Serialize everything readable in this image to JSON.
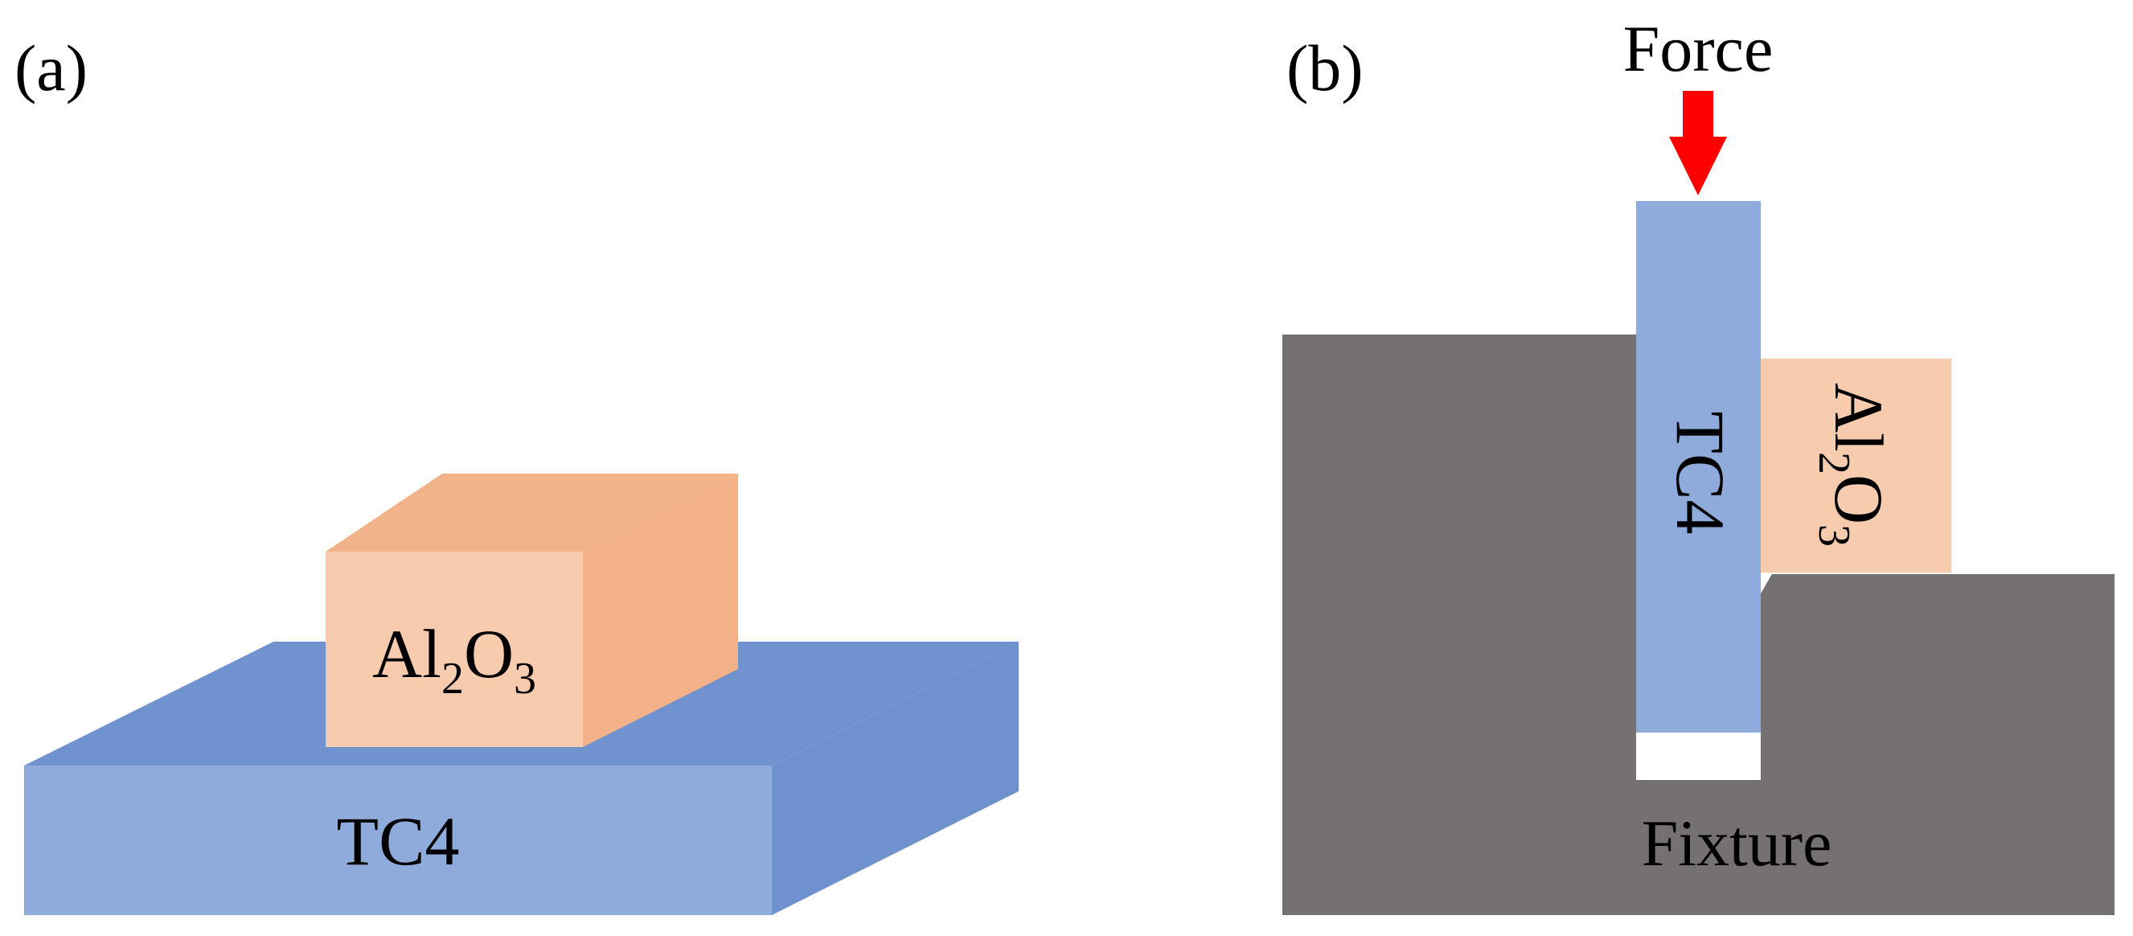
{
  "panel_a": {
    "label": "(a)",
    "base": {
      "label": "TC4"
    },
    "block": {
      "label_main": "Al",
      "label_sub1": "2",
      "label_mid": "O",
      "label_sub2": "3"
    }
  },
  "panel_b": {
    "label": "(b)",
    "force": {
      "label": "Force"
    },
    "specimen": {
      "label": "TC4"
    },
    "block": {
      "label_main": "Al",
      "label_sub1": "2",
      "label_mid": "O",
      "label_sub2": "3"
    },
    "fixture": {
      "label": "Fixture"
    }
  },
  "colors": {
    "tc4_front": "#8eabdc",
    "tc4_top": "#7093d0",
    "tc4_side": "#6f92cf",
    "al2o3_front": "#f7cbae",
    "al2o3_top": "#f3b38a",
    "al2o3_side": "#f3b187",
    "fixture": "#757170",
    "force_arrow": "#ff0000",
    "gap": "#ffffff"
  }
}
